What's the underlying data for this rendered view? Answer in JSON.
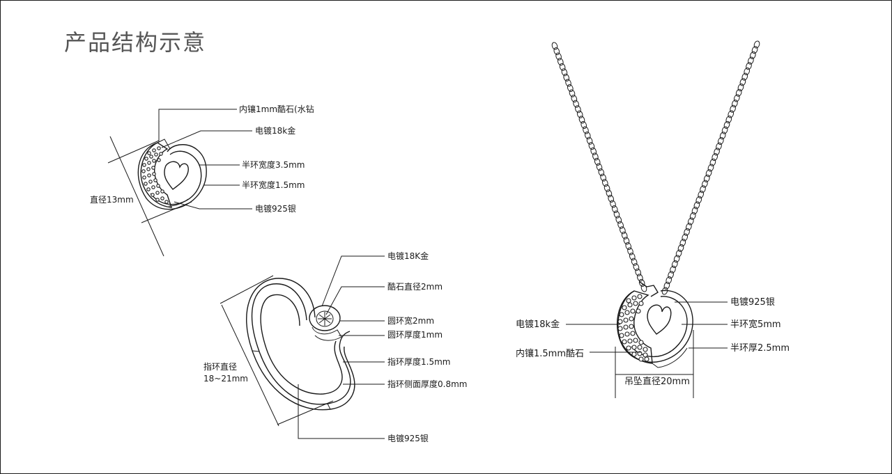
{
  "title": "产品结构示意",
  "earring": {
    "labels": {
      "inlay": "内镶1mm酷石(水钻",
      "gold": "电镀18k金",
      "half_ring_width": "半环宽度3.5mm",
      "half_ring_width2": "半环宽度1.5mm",
      "silver": "电镀925银",
      "diameter": "直径13mm"
    }
  },
  "ring": {
    "labels": {
      "gold": "电镀18K金",
      "stone_diameter": "酷石直径2mm",
      "circle_width": "圆环宽2mm",
      "circle_thickness": "圆环厚度1mm",
      "ring_thickness": "指环厚度1.5mm",
      "side_thickness": "指环侧面厚度0.8mm",
      "silver": "电镀925银",
      "ring_diameter_1": "指环直径",
      "ring_diameter_2": "18~21mm"
    }
  },
  "pendant": {
    "labels": {
      "silver": "电镀925银",
      "gold": "电镀18k金",
      "half_ring_width": "半环宽5mm",
      "inlay": "内镶1.5mm酷石",
      "half_ring_thickness": "半环厚2.5mm",
      "diameter": "吊坠直径20mm"
    }
  }
}
